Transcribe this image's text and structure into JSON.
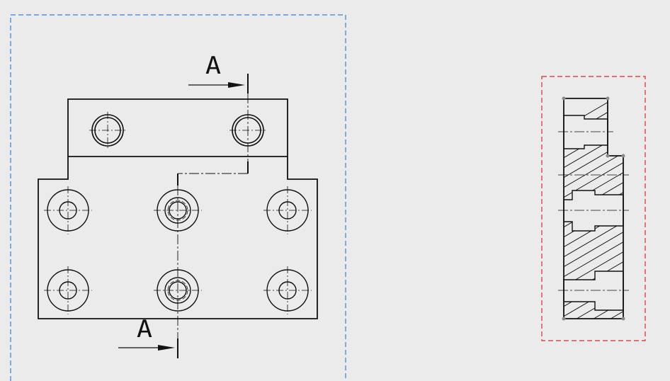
{
  "drawing": {
    "background": "#ebebeb",
    "line_color": "#111111",
    "section_labels": {
      "top": "A",
      "bottom": "A"
    },
    "front_view": {
      "frame_color": "#3a7fd6",
      "frame_style": "dashed"
    },
    "section_view": {
      "frame_color": "#d62a2a",
      "frame_style": "dashed",
      "hatch": "diagonal"
    }
  }
}
